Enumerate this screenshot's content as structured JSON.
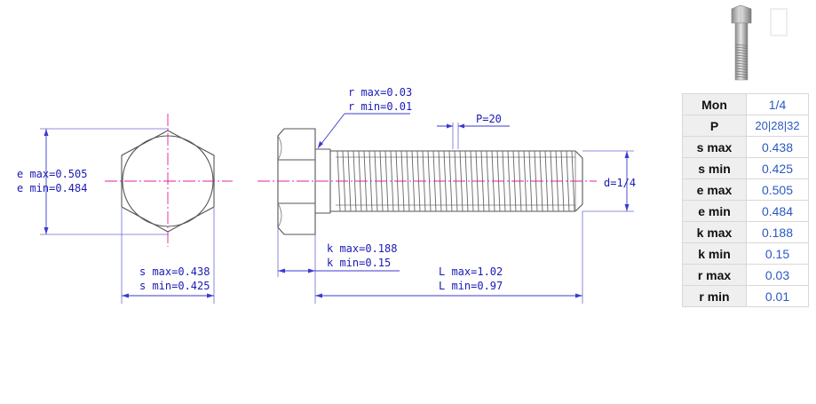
{
  "dimensions": {
    "r_max": "r max=0.03",
    "r_min": "r min=0.01",
    "p": "P=20",
    "e_max": "e max=0.505",
    "e_min": "e min=0.484",
    "d": "d=1/4",
    "k_max": "k max=0.188",
    "k_min": "k min=0.15",
    "s_max": "s max=0.438",
    "s_min": "s min=0.425",
    "l_max": "L max=1.02",
    "l_min": "L min=0.97"
  },
  "table": {
    "rows": [
      {
        "key": "Mon",
        "value": "1/4"
      },
      {
        "key": "P",
        "value": "20|28|32"
      },
      {
        "key": "s max",
        "value": "0.438"
      },
      {
        "key": "s min",
        "value": "0.425"
      },
      {
        "key": "e max",
        "value": "0.505"
      },
      {
        "key": "e min",
        "value": "0.484"
      },
      {
        "key": "k max",
        "value": "0.188"
      },
      {
        "key": "k min",
        "value": "0.15"
      },
      {
        "key": "r max",
        "value": "0.03"
      },
      {
        "key": "r min",
        "value": "0.01"
      }
    ]
  },
  "colors": {
    "dimension": "#1a1ab5",
    "center_line": "#e0209a",
    "table_value": "#2b59c3"
  }
}
